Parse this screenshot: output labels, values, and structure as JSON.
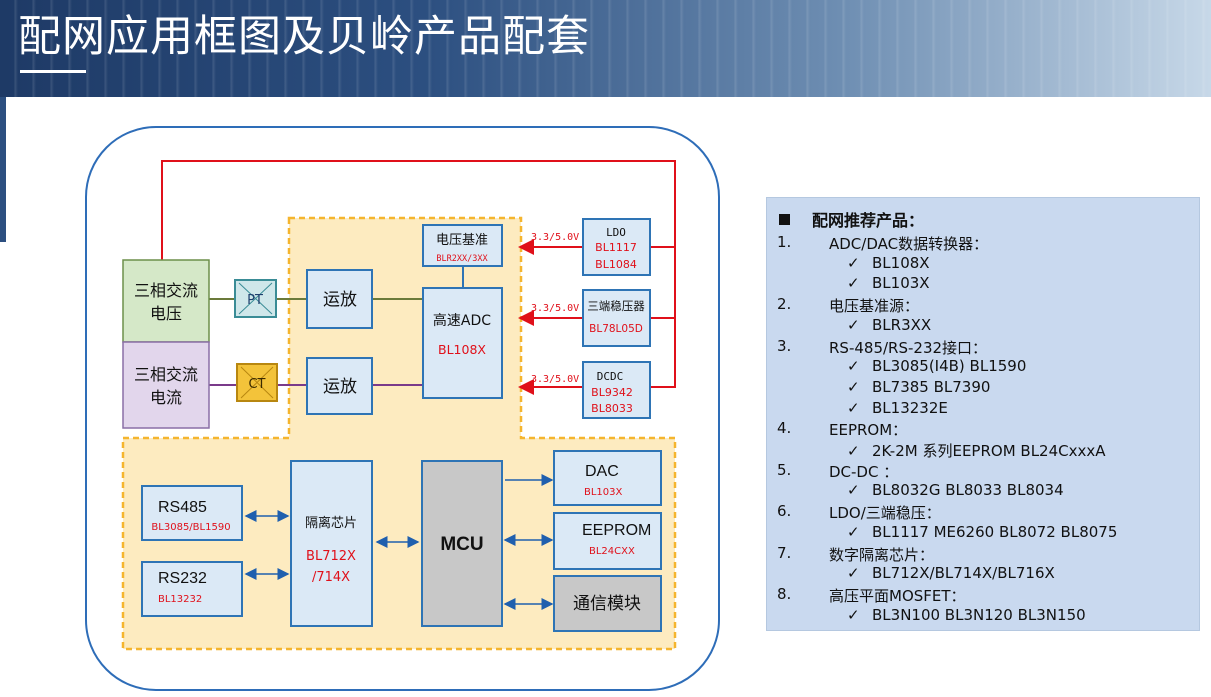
{
  "slide": {
    "title": "配网应用框图及贝岭产品配套"
  },
  "diagram": {
    "blocks": {
      "three_phase_voltage": "三相交流\n电压",
      "three_phase_current": "三相交流\n电流",
      "pt": "PT",
      "ct": "CT",
      "opamp_top": "运放",
      "opamp_bottom": "运放",
      "voltage_ref_title": "电压基准",
      "voltage_ref_part": "BLR2XX/3XX",
      "adc_title": "高速ADC",
      "adc_part": "BL108X",
      "ldo_title": "LDO",
      "ldo_part1": "BL1117",
      "ldo_part2": "BL1084",
      "regulator_title": "三端稳压器",
      "regulator_part": "BL78L05D",
      "dcdc_title": "DCDC",
      "dcdc_part1": "BL9342",
      "dcdc_part2": "BL8033",
      "supply_1": "3.3/5.0V",
      "supply_2": "3.3/5.0V",
      "supply_3": "3.3/5.0V",
      "rs485_title": "RS485",
      "rs485_part": "BL3085/BL1590",
      "rs232_title": "RS232",
      "rs232_part": "BL13232",
      "isolator_title": "隔离芯片",
      "isolator_part1": "BL712X",
      "isolator_part2": "/714X",
      "mcu": "MCU",
      "dac_title": "DAC",
      "dac_part": "BL103X",
      "eeprom_title": "EEPROM",
      "eeprom_part": "BL24CXX",
      "comm_module": "通信模块"
    }
  },
  "panel": {
    "title": "配网推荐产品：",
    "items": [
      {
        "num": "1.",
        "heading": "ADC/DAC数据转换器：",
        "subs": [
          "BL108X",
          "BL103X"
        ]
      },
      {
        "num": "2.",
        "heading": "电压基准源：",
        "subs": [
          "BLR3XX"
        ]
      },
      {
        "num": "3.",
        "heading": "RS-485/RS-232接口：",
        "subs": [
          "BL3085(I4B) BL1590",
          "BL7385 BL7390",
          "BL13232E"
        ]
      },
      {
        "num": "4.",
        "heading": "EEPROM：",
        "subs": [
          "2K-2M 系列EEPROM BL24CxxxA"
        ]
      },
      {
        "num": "5.",
        "heading": "DC-DC ：",
        "subs": [
          "BL8032G BL8033 BL8034"
        ]
      },
      {
        "num": "6.",
        "heading": "LDO/三端稳压：",
        "subs": [
          "BL1117 ME6260 BL8072 BL8075"
        ]
      },
      {
        "num": "7.",
        "heading": "数字隔离芯片：",
        "subs": [
          "BL712X/BL714X/BL716X"
        ]
      },
      {
        "num": "8.",
        "heading": "高压平面MOSFET：",
        "subs": [
          "BL3N100 BL3N120 BL3N150"
        ]
      }
    ],
    "check_glyph": "✓"
  },
  "colors": {
    "box_fill": "#dbe9f6",
    "box_border": "#2e74b5",
    "red_line": "#e0101a",
    "dashed_region": "#fde9b7",
    "dashed_border": "#f5b52e",
    "panel_bg": "#c9d9ef",
    "voltage_fill": "#d5e8c8",
    "current_fill": "#e2d6ec",
    "mcu_fill": "#c8c8c8"
  }
}
